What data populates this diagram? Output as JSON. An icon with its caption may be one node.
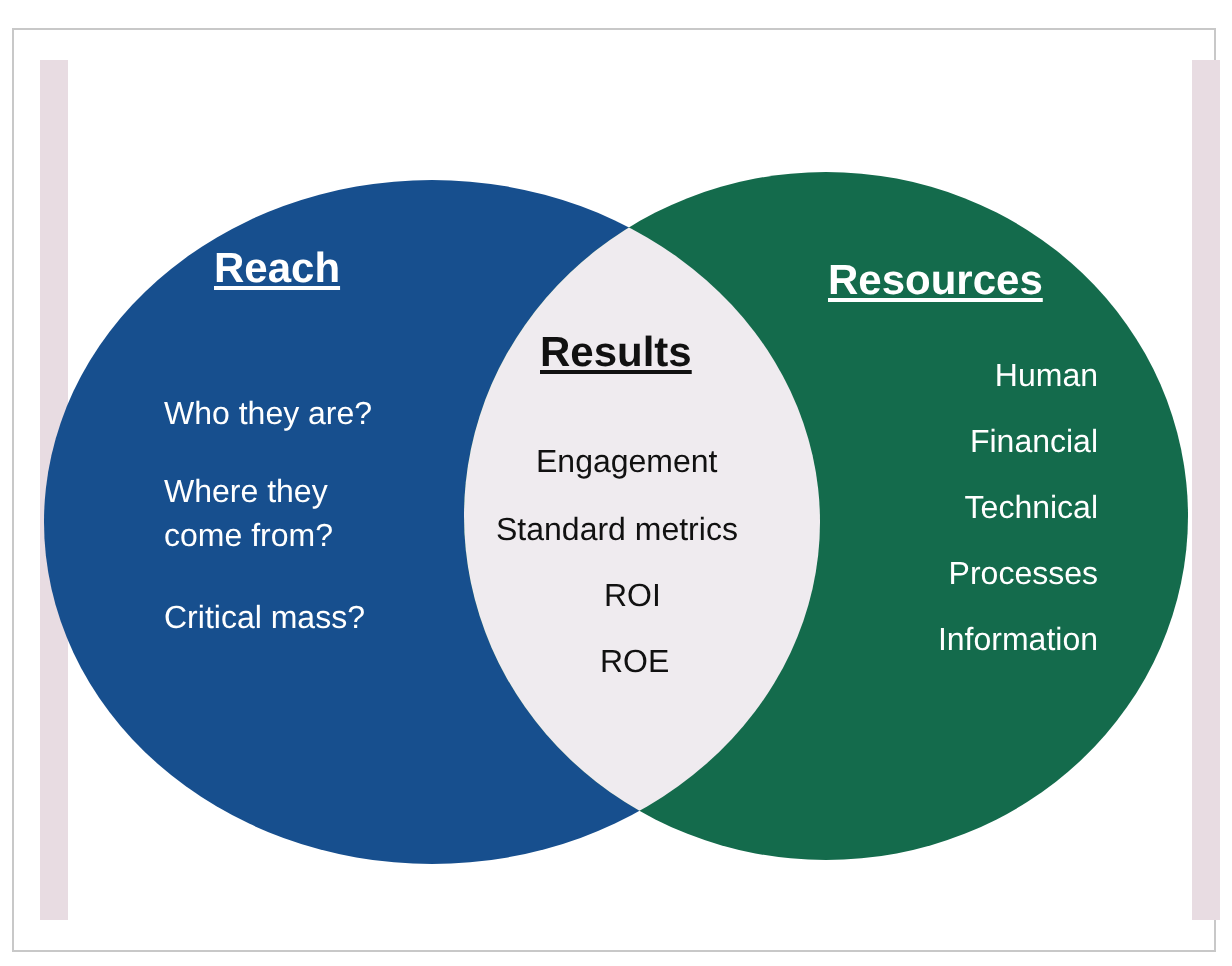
{
  "diagram": {
    "nodes": [
      {
        "text": [
          "Reach",
          "Who they are?",
          "Where they come from?",
          "Critical mass?"
        ]
      },
      {
        "text": [
          "Resources",
          "Human",
          "Financial",
          "Technical",
          "Processes",
          "Information"
        ]
      },
      {
        "text": [
          "Results",
          "Engagement",
          "Standard metrics",
          "ROI",
          "ROE"
        ]
      }
    ]
  }
}
